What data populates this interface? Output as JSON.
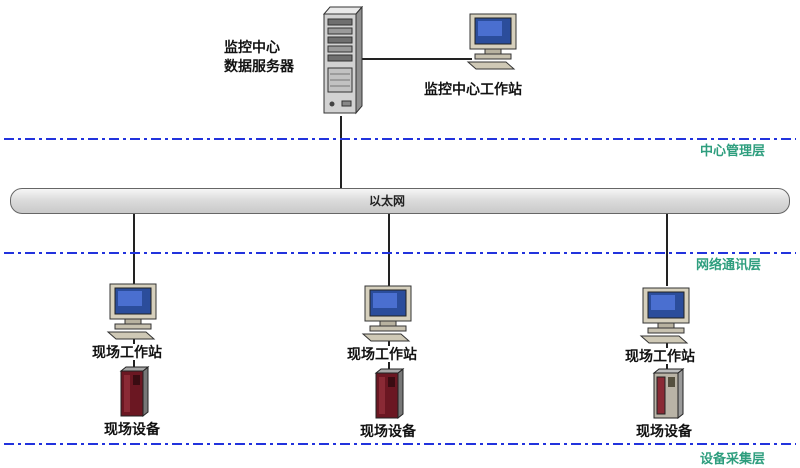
{
  "diagram": {
    "server": {
      "label_line1": "监控中心",
      "label_line2": "数据服务器"
    },
    "center_workstation": {
      "label": "监控中心工作站"
    },
    "ethernet": {
      "label": "以太网"
    },
    "layers": [
      {
        "label": "中心管理层"
      },
      {
        "label": "网络通讯层"
      },
      {
        "label": "设备采集层"
      }
    ],
    "field_workstations": [
      {
        "label": "现场工作站"
      },
      {
        "label": "现场工作站"
      },
      {
        "label": "现场工作站"
      }
    ],
    "field_devices": [
      {
        "label": "现场设备"
      },
      {
        "label": "现场设备"
      },
      {
        "label": "现场设备"
      }
    ],
    "colors": {
      "layer_line": "#2233dd",
      "layer_label": "#2e9e7e",
      "connector": "#222222",
      "ethernet_fill": "#dcdcdc",
      "device_body": "#6b1722",
      "screen_blue": "#2b4d9b"
    }
  }
}
